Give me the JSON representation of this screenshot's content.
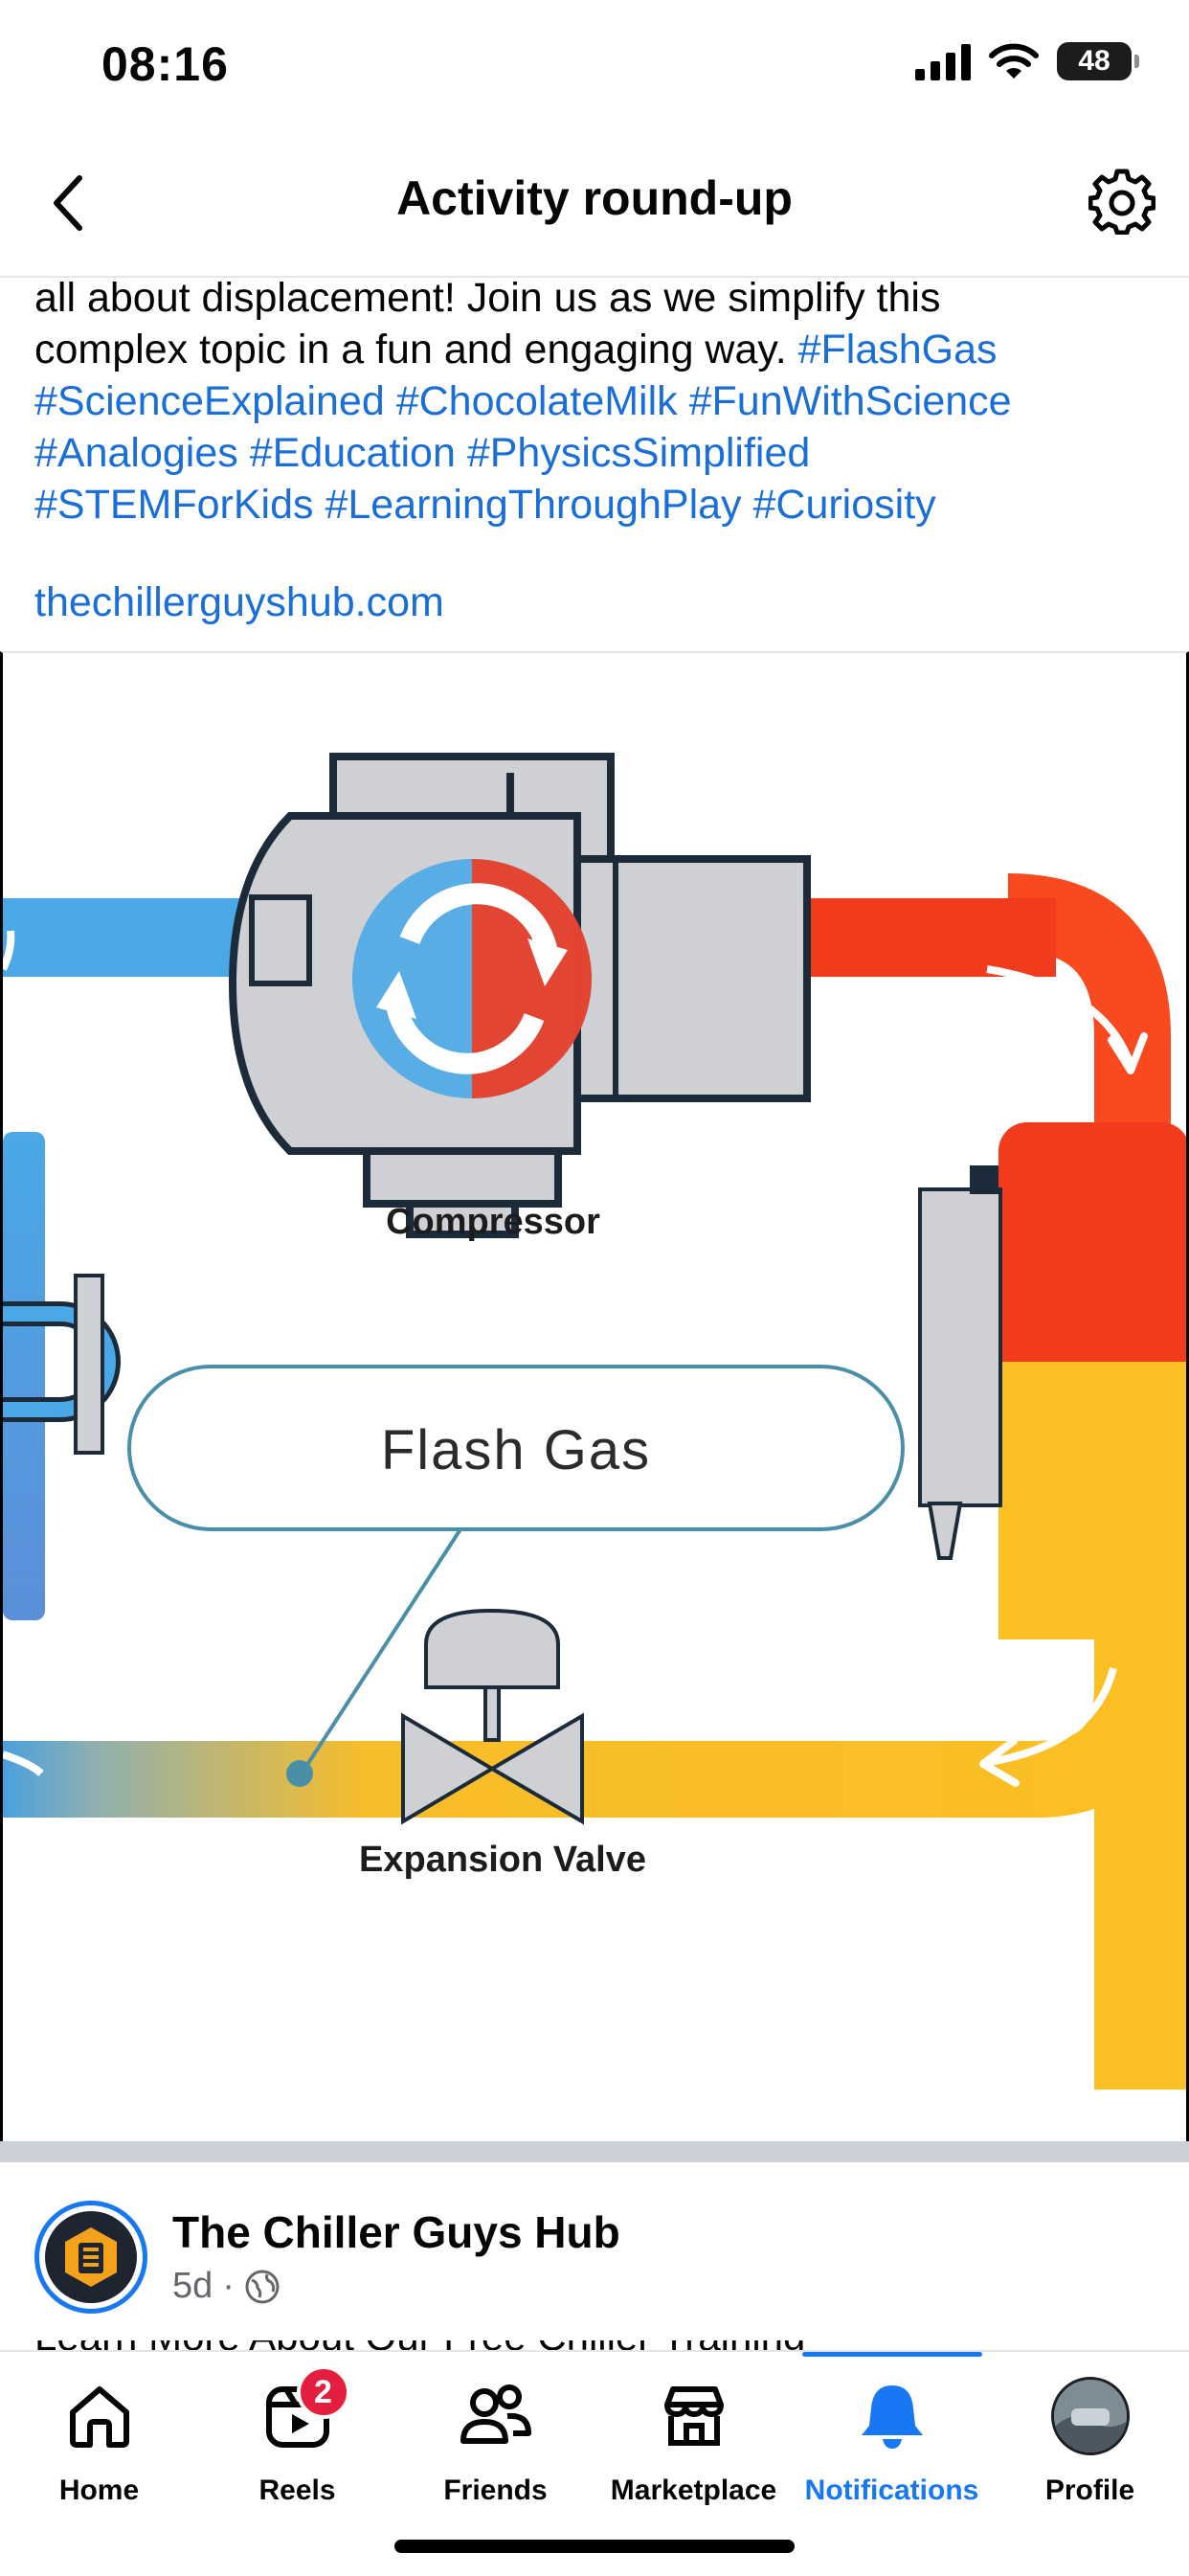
{
  "status": {
    "time": "08:16",
    "battery": "48"
  },
  "header": {
    "title": "Activity round-up"
  },
  "post": {
    "lines": [
      [
        {
          "t": "all about displacement! Join us as we simplify this",
          "tag": false
        }
      ],
      [
        {
          "t": "complex topic in a fun and engaging way. ",
          "tag": false
        },
        {
          "t": "#FlashGas",
          "tag": true
        }
      ],
      [
        {
          "t": "#ScienceExplained #ChocolateMilk #FunWithScience",
          "tag": true
        }
      ],
      [
        {
          "t": "#Analogies #Education #PhysicsSimplified",
          "tag": true
        }
      ],
      [
        {
          "t": "#STEMForKids #LearningThroughPlay #Curiosity",
          "tag": true
        }
      ]
    ],
    "link": "thechillerguyshub.com"
  },
  "diagram": {
    "compressor_label": "Compressor",
    "flash_gas_label": "Flash Gas",
    "valve_label": "Expansion Valve",
    "colors": {
      "cold": "#4aa8e6",
      "hot": "#f23a1d",
      "warm": "#fbbf24",
      "outline": "#1c2b3a",
      "metal": "#cfd0d3"
    }
  },
  "author": {
    "name": "The Chiller Guys Hub",
    "time": "5d",
    "privacy_icon": "globe-icon",
    "preview_text": "Learn More About Our Free Chiller Training"
  },
  "tabs": [
    {
      "label": "Home",
      "icon": "home-icon",
      "active": false
    },
    {
      "label": "Reels",
      "icon": "reels-icon",
      "active": false,
      "badge": "2"
    },
    {
      "label": "Friends",
      "icon": "friends-icon",
      "active": false
    },
    {
      "label": "Marketplace",
      "icon": "marketplace-icon",
      "active": false
    },
    {
      "label": "Notifications",
      "icon": "bell-icon",
      "active": true
    },
    {
      "label": "Profile",
      "icon": "profile-avatar",
      "active": false
    }
  ],
  "accent_color": "#1877f2"
}
